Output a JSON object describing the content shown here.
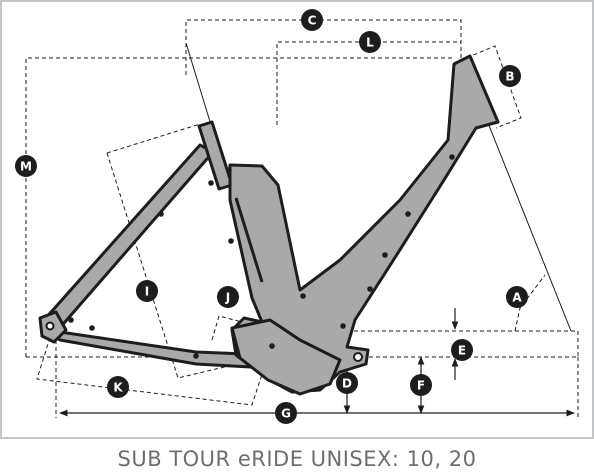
{
  "caption": "SUB TOUR eRIDE UNISEX: 10, 20",
  "labels": {
    "a": "A",
    "b": "B",
    "c": "C",
    "d": "D",
    "e": "E",
    "f": "F",
    "g": "G",
    "i": "I",
    "j": "J",
    "k": "K",
    "l": "L",
    "m": "M"
  },
  "colors": {
    "frame_fill": "#a9a9a9",
    "frame_stroke": "#1d1d1b",
    "badge_fill": "#1d1d1b",
    "border": "#c4c6c8",
    "caption_text": "#6b6e72"
  }
}
